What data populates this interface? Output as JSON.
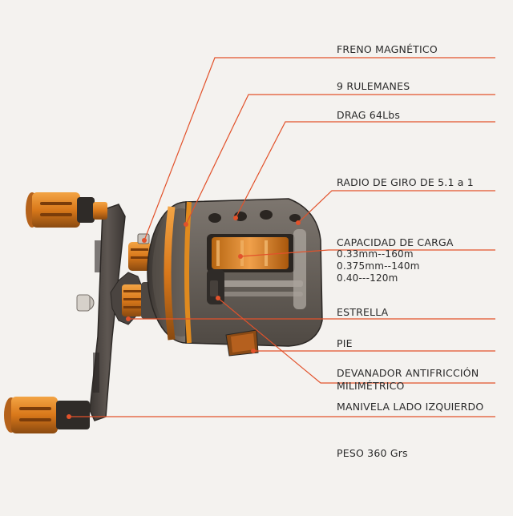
{
  "labels": {
    "freno": "FRENO MAGNÉTICO",
    "rulemanes": "9 RULEMANES",
    "drag": "DRAG 64Lbs",
    "radio": "RADIO DE GIRO DE 5.1 a 1",
    "capacidad": "CAPACIDAD DE CARGA",
    "cap_line1": "0.33mm--160m",
    "cap_line2": "0.375mm--140m",
    "cap_line3": "0.40---120m",
    "estrella": "ESTRELLA",
    "pie": "PIE",
    "devanador_line1": "DEVANADOR ANTIFRICCIÓN",
    "devanador_line2": "MILIMÉTRICO",
    "manivela": "MANIVELA LADO IZQUIERDO",
    "peso": "PESO 360 Grs"
  },
  "colors": {
    "background": "#f4f2ef",
    "leader": "#e2522b",
    "accent_orange": "#e08a1e",
    "body_dark": "#4a443f",
    "frame_grey": "#6e6862"
  }
}
